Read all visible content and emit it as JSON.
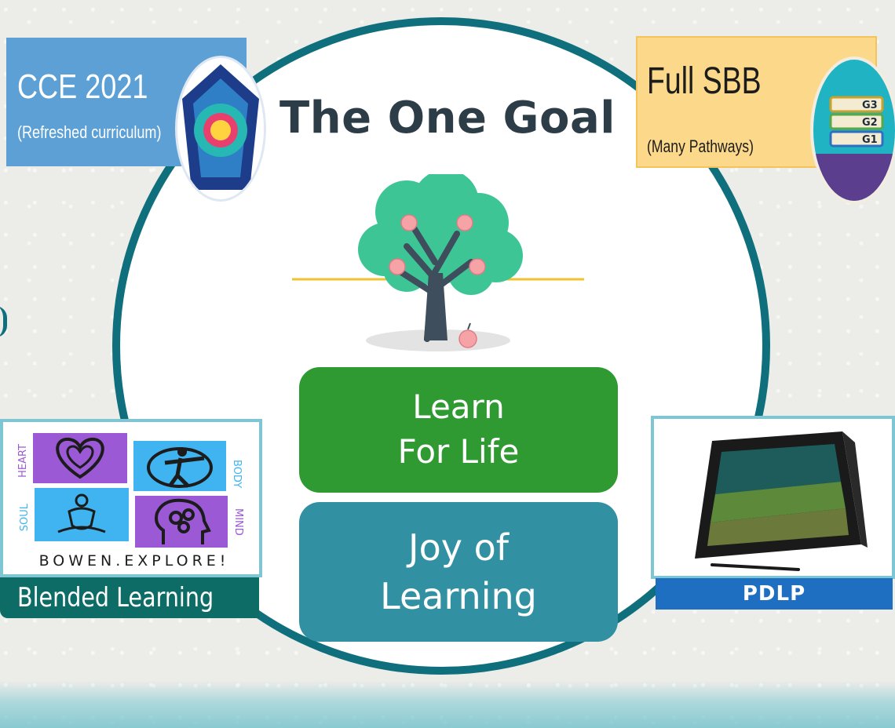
{
  "title": "The One Goal",
  "cards": {
    "cce": {
      "title": "CCE 2021",
      "subtitle": "(Refreshed curriculum)"
    },
    "sbb": {
      "title": "Full SBB",
      "subtitle": "(Many Pathways)",
      "levels": [
        "G3",
        "G2",
        "G1"
      ]
    },
    "blended": {
      "label": "Blended Learning",
      "brand": "BOWEN.EXPLORE!",
      "quadrants": [
        "HEART",
        "BODY",
        "SOUL",
        "MIND"
      ]
    },
    "pdlp": {
      "label": "PDLP"
    }
  },
  "center": {
    "learn_line1": "Learn",
    "learn_line2": "For Life",
    "joy_line1": "Joy of",
    "joy_line2": "Learning"
  },
  "colors": {
    "ring": "#0f6f7c",
    "learn_pill": "#2f9a31",
    "joy_pill": "#3191a2",
    "cce_card": "#5ca0d6",
    "sbb_card": "#fcd98a",
    "blended_label": "#0d6c66",
    "pdlp_label": "#1e6fc2"
  }
}
